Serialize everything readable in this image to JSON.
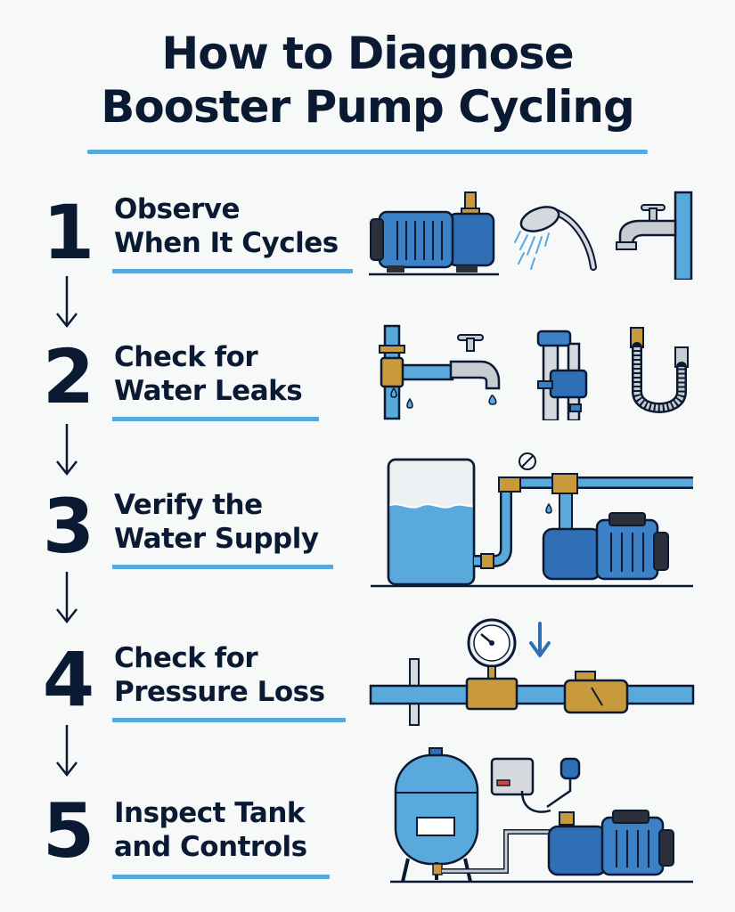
{
  "title": {
    "line1": "How to Diagnose",
    "line2": "Booster Pump Cycling"
  },
  "steps": [
    {
      "number": "1",
      "line1": "Observe",
      "line2": "When It Cycles"
    },
    {
      "number": "2",
      "line1": "Check for",
      "line2": "Water Leaks"
    },
    {
      "number": "3",
      "line1": "Verify the",
      "line2": "Water Supply"
    },
    {
      "number": "4",
      "line1": "Check for",
      "line2": "Pressure Loss"
    },
    {
      "number": "5",
      "line1": "Inspect Tank",
      "line2": "and Controls"
    }
  ],
  "colors": {
    "navy": "#0b1a33",
    "accent_blue": "#5aa9dd",
    "pump_blue": "#2f6fb5",
    "brass": "#c99a3c"
  },
  "icons": [
    "booster-pump-icon",
    "shower-head-icon",
    "faucet-icon",
    "leaking-pipe-icon",
    "float-valve-icon",
    "flexible-hose-icon",
    "water-tank-icon",
    "air-leak-icon",
    "pressure-gauge-icon",
    "check-valve-icon",
    "pressure-tank-icon",
    "pressure-switch-icon"
  ]
}
